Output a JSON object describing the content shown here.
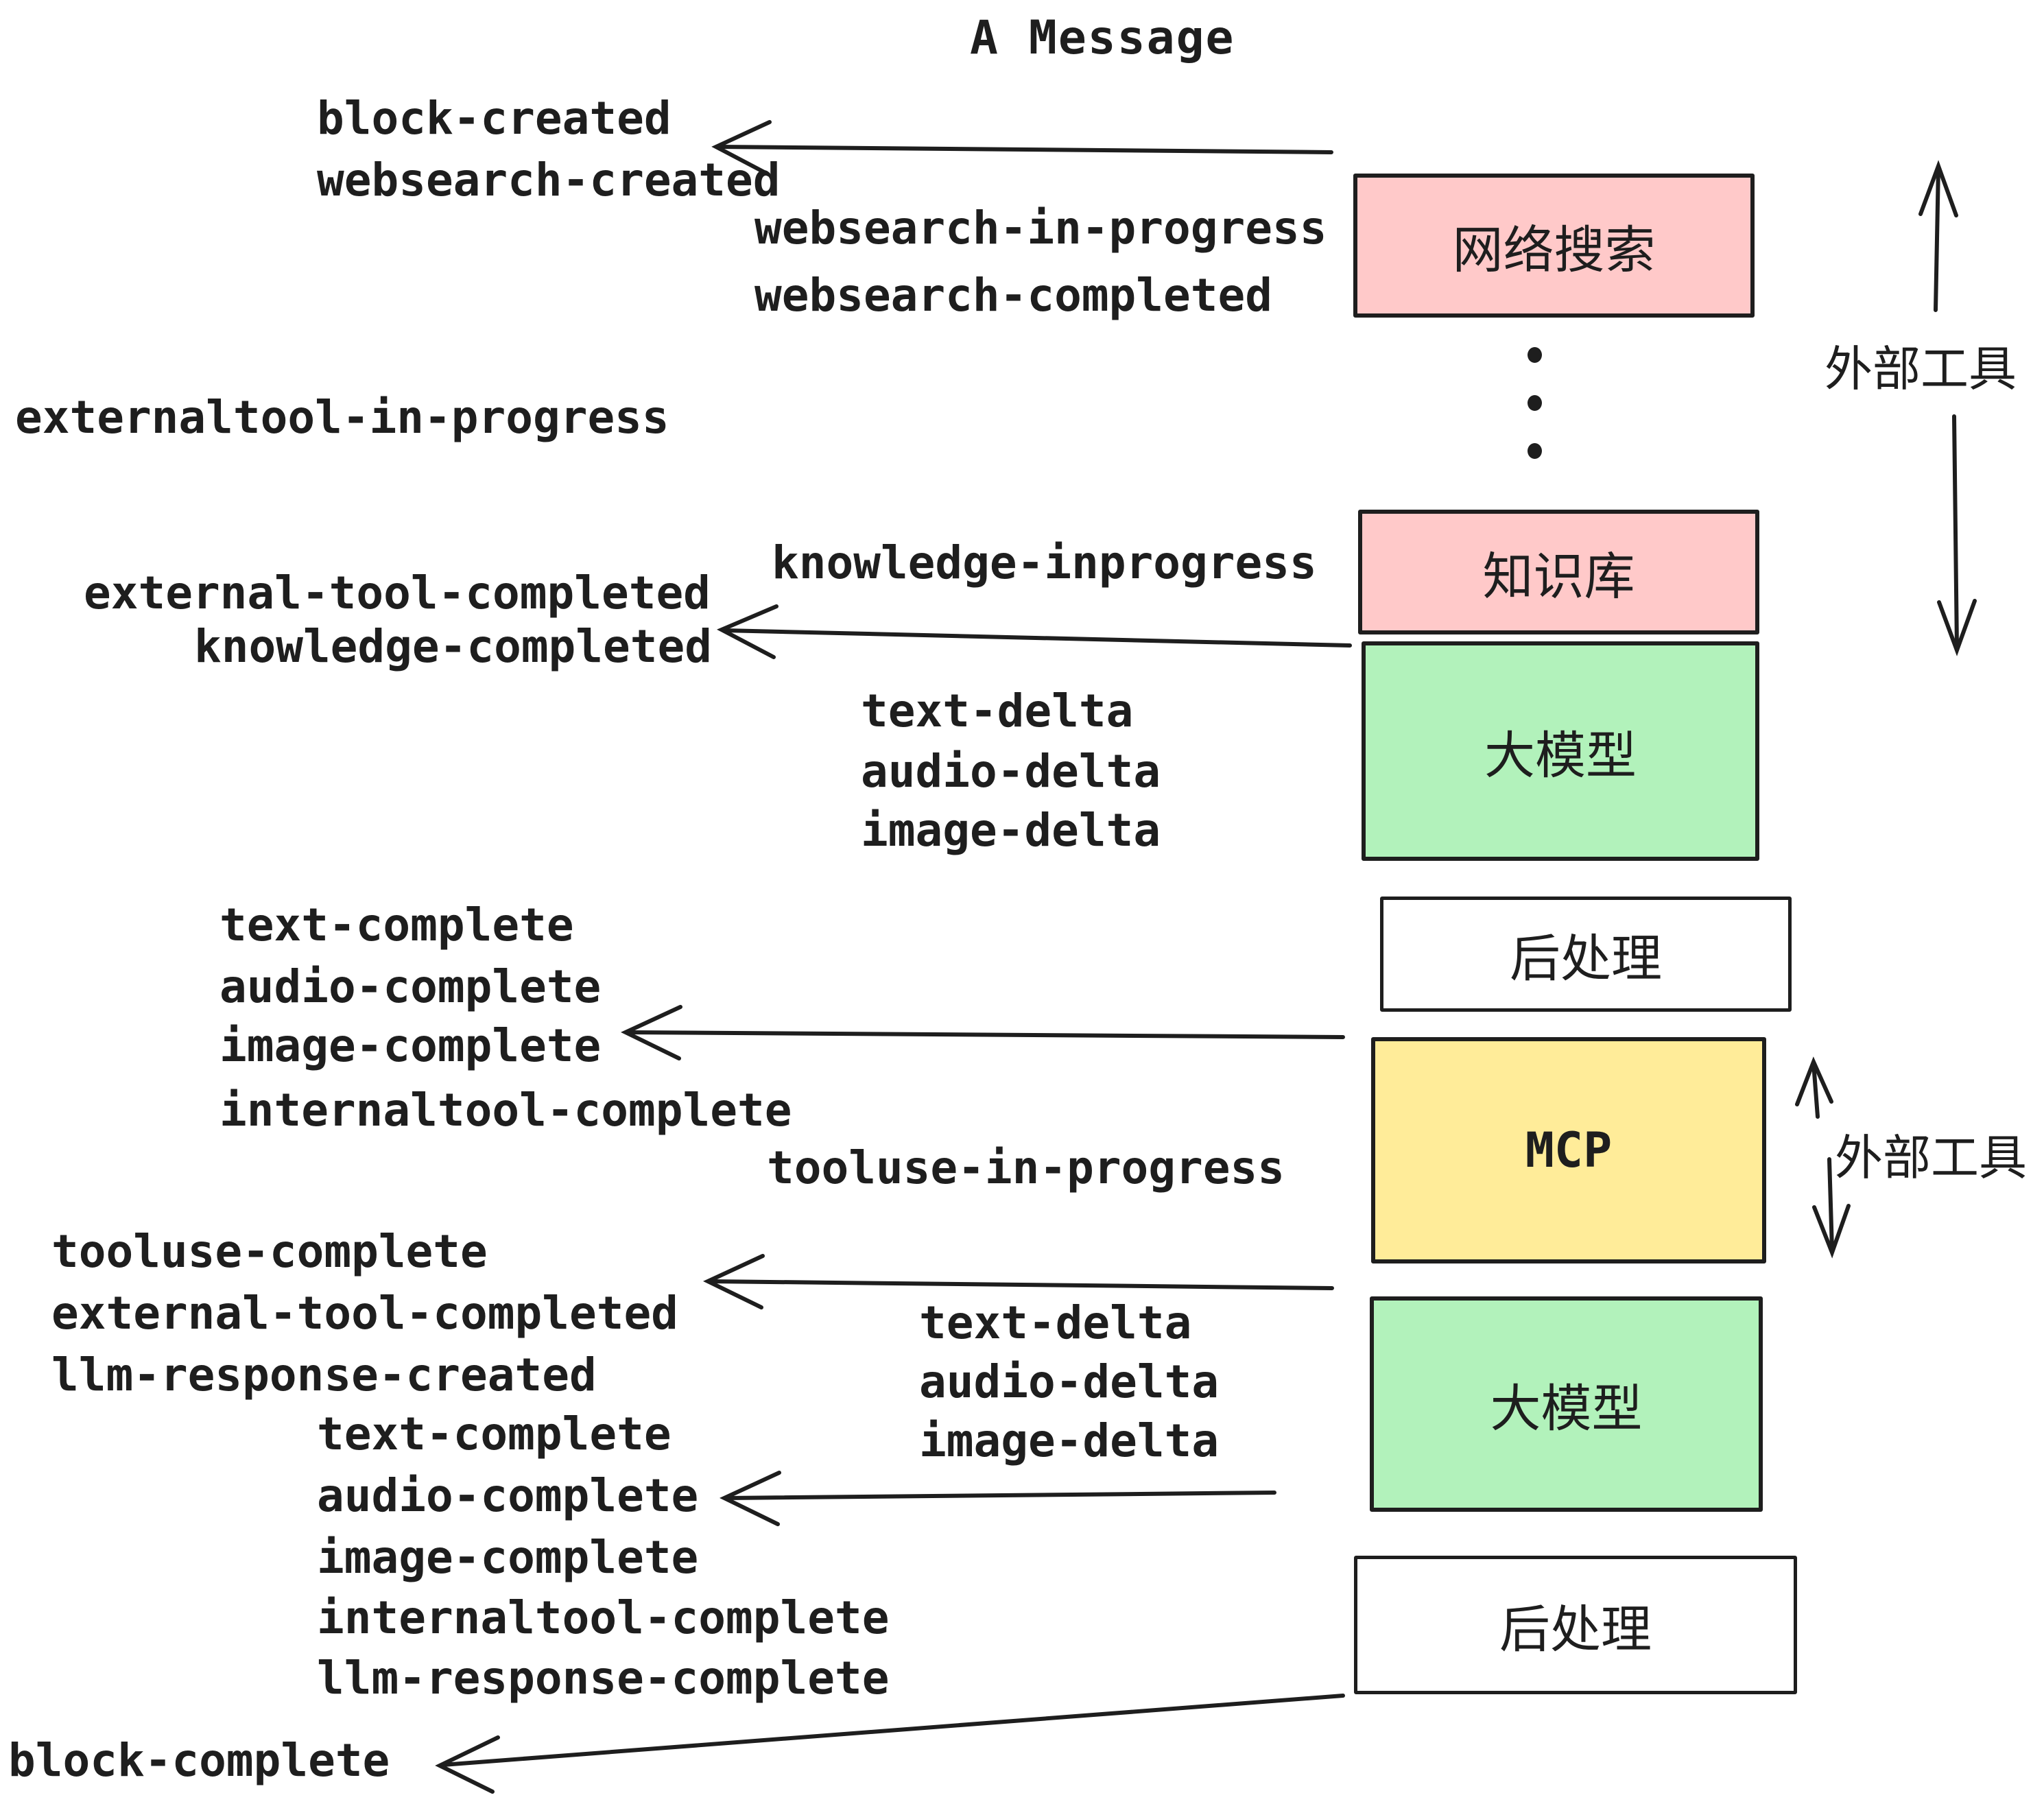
{
  "title": "A Message",
  "colors": {
    "ink": "#1e1e1e",
    "pink": "#FFC9C9",
    "green": "#B2F2BB",
    "yellow": "#FFEC99",
    "white": "#FFFFFF"
  },
  "boxes": [
    {
      "id": "websearch",
      "label": "网络搜索",
      "color": "#FFC9C9"
    },
    {
      "id": "knowledge",
      "label": "知识库",
      "color": "#FFC9C9"
    },
    {
      "id": "llm-1",
      "label": "大模型",
      "color": "#B2F2BB"
    },
    {
      "id": "postprocess-1",
      "label": "后处理",
      "color": "#FFFFFF"
    },
    {
      "id": "mcp",
      "label": "MCP",
      "color": "#FFEC99"
    },
    {
      "id": "llm-2",
      "label": "大模型",
      "color": "#B2F2BB"
    },
    {
      "id": "postprocess-2",
      "label": "后处理",
      "color": "#FFFFFF"
    }
  ],
  "side_labels": [
    {
      "text": "外部工具"
    },
    {
      "text": "外部工具"
    }
  ],
  "events": [
    "block-created",
    "websearch-created",
    "websearch-in-progress",
    "websearch-completed",
    "externaltool-in-progress",
    "knowledge-inprogress",
    "external-tool-completed",
    "knowledge-completed",
    "text-delta",
    "audio-delta",
    "image-delta",
    "text-complete",
    "audio-complete",
    "image-complete",
    "internaltool-complete",
    "tooluse-in-progress",
    "tooluse-complete",
    "external-tool-completed",
    "llm-response-created",
    "text-delta",
    "audio-delta",
    "image-delta",
    "text-complete",
    "audio-complete",
    "image-complete",
    "internaltool-complete",
    "llm-response-complete",
    "block-complete"
  ]
}
